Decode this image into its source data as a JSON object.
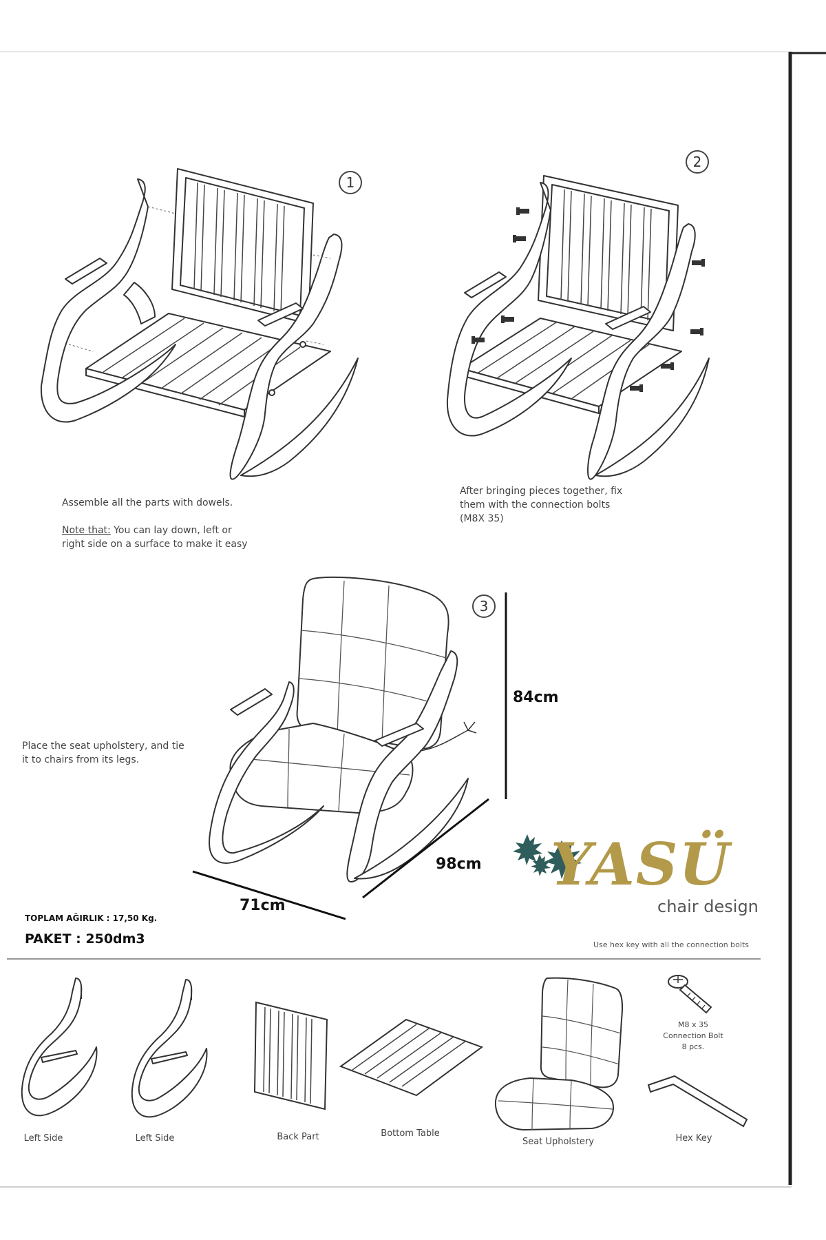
{
  "steps": {
    "step1": {
      "number": "1",
      "instruction": "Assemble all the parts with dowels.",
      "note_label": "Note that:",
      "note_text_line1": " You can lay down, left or",
      "note_text_line2": "right side on a surface to make it easy"
    },
    "step2": {
      "number": "2",
      "line1": "After bringing pieces together, fix",
      "line2": "them with the connection bolts",
      "line3": "(M8X 35)"
    },
    "step3": {
      "number": "3",
      "line1": "Place the seat upholstery, and tie",
      "line2": "it to chairs from its legs."
    }
  },
  "dimensions": {
    "height": "84cm",
    "depth": "98cm",
    "width": "71cm"
  },
  "brand": {
    "name": "YASÜ",
    "tagline": "chair design",
    "gold_color": "#b39a4a",
    "leaf_color": "#2f5d5b"
  },
  "package": {
    "weight_label": "TOPLAM AĞIRLIK : 17,50 Kg.",
    "volume_label": "PAKET : 250dm3"
  },
  "hex_note": "Use hex key with all the connection bolts",
  "parts": [
    {
      "label": "Left Side"
    },
    {
      "label": "Left Side"
    },
    {
      "label": "Back Part"
    },
    {
      "label": "Bottom Table"
    },
    {
      "label": "Seat Upholstery"
    },
    {
      "label": "Hex Key"
    }
  ],
  "bolt": {
    "line1": "M8 x 35",
    "line2": "Connection Bolt",
    "line3": "8 pcs."
  }
}
